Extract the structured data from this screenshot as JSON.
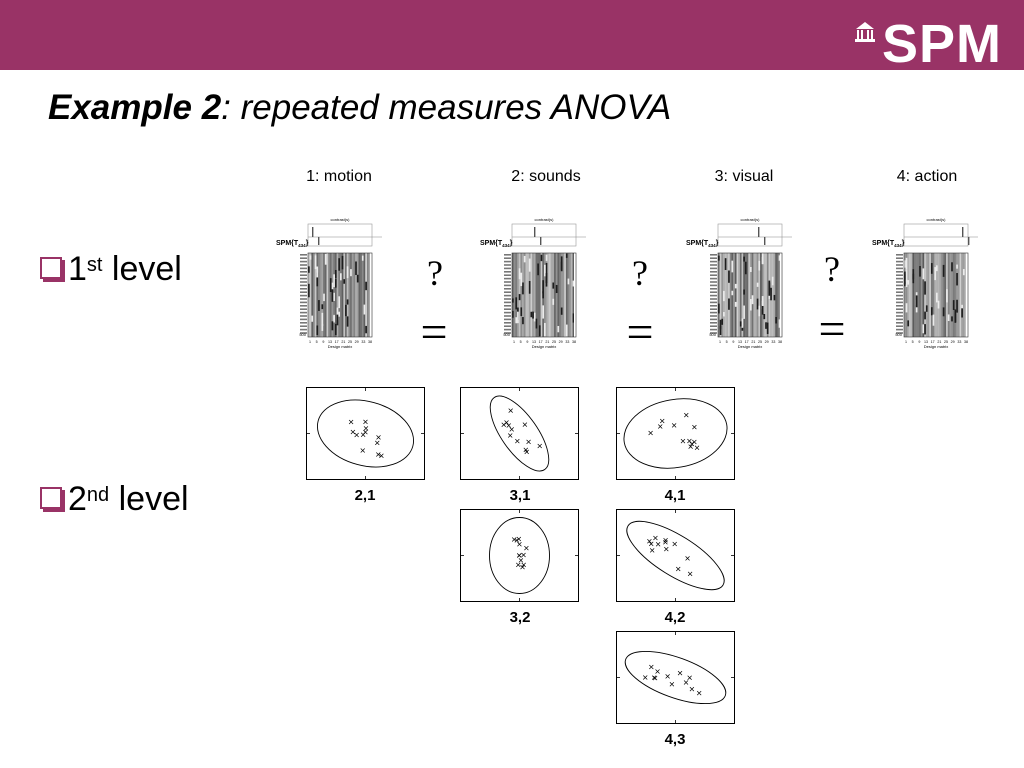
{
  "slide": {
    "title_bold": "Example 2",
    "title_rest": ": repeated measures ANOVA",
    "logo_text": "SPM",
    "header_color": "#993366"
  },
  "conditions": [
    "1: motion",
    "2: sounds",
    "3: visual",
    "4: action"
  ],
  "bullets": {
    "first": {
      "num": "1",
      "sup": "st",
      "word": " level"
    },
    "second": {
      "num": "2",
      "sup": "nd",
      "word": " level"
    }
  },
  "design_matrix": {
    "spm_label": "SPM{T",
    "spm_sub": "434",
    "spm_close": "}",
    "contrast_label": "contrast(s)",
    "xlabel": "Design matrix",
    "ticks": [
      "1",
      "5",
      "9",
      "13",
      "17",
      "21",
      "25",
      "29",
      "33",
      "38"
    ],
    "bottom_row": "500"
  },
  "comparisons": {
    "question": "?",
    "equals": "="
  },
  "second_level_panels": [
    "2,1",
    "3,1",
    "4,1",
    "3,2",
    "4,2",
    "4,3"
  ]
}
